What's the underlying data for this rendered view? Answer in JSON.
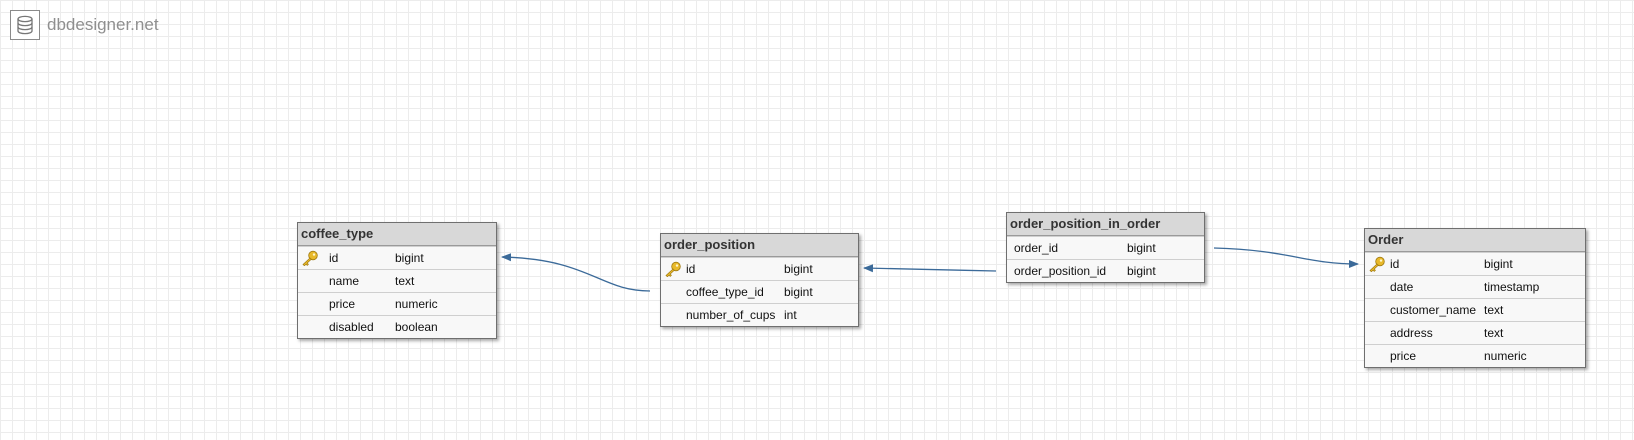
{
  "brand": {
    "name": "dbdesigner.net",
    "icon": "database-icon"
  },
  "colors": {
    "link": "#3b6a99",
    "header": "#d8d8d8",
    "key": "#e8b92a"
  },
  "tables": {
    "coffee_type": {
      "name": "coffee_type",
      "rows": [
        {
          "name": "id",
          "type": "bigint",
          "pk": true
        },
        {
          "name": "name",
          "type": "text"
        },
        {
          "name": "price",
          "type": "numeric"
        },
        {
          "name": "disabled",
          "type": "boolean"
        }
      ]
    },
    "order_position": {
      "name": "order_position",
      "rows": [
        {
          "name": "id",
          "type": "bigint",
          "pk": true
        },
        {
          "name": "coffee_type_id",
          "type": "bigint"
        },
        {
          "name": "number_of_cups",
          "type": "int"
        }
      ]
    },
    "order_position_in_order": {
      "name": "order_position_in_order",
      "rows": [
        {
          "name": "order_id",
          "type": "bigint"
        },
        {
          "name": "order_position_id",
          "type": "bigint"
        }
      ]
    },
    "order": {
      "name": "Order",
      "rows": [
        {
          "name": "id",
          "type": "bigint",
          "pk": true
        },
        {
          "name": "date",
          "type": "timestamp"
        },
        {
          "name": "customer_name",
          "type": "text"
        },
        {
          "name": "address",
          "type": "text"
        },
        {
          "name": "price",
          "type": "numeric"
        }
      ]
    }
  }
}
